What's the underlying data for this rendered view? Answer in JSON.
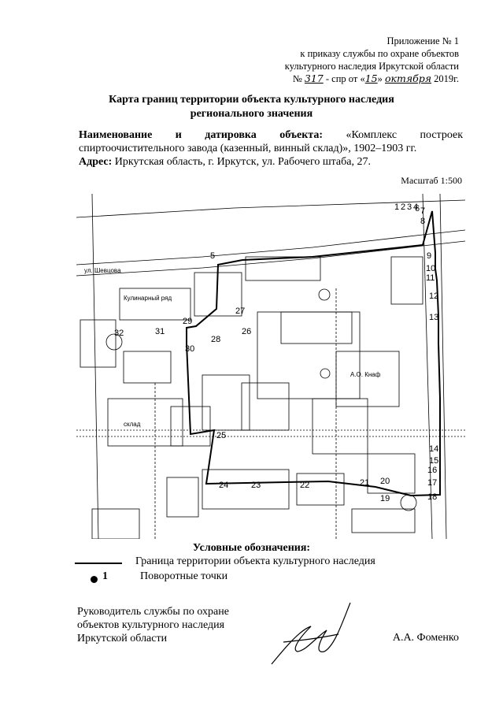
{
  "annex": {
    "line1": "Приложение № 1",
    "line2": "к приказу службы по охране объектов",
    "line3": "культурного наследия Иркутской области",
    "no_prefix": "№",
    "no_value": "317",
    "mid": "- спр от «",
    "day": "15",
    "mid2": "»",
    "month": "октября",
    "year": "2019г."
  },
  "title": {
    "line1": "Карта границ территории объекта культурного наследия",
    "line2": "регионального значения"
  },
  "description": {
    "name_label": "Наименование и датировка объекта:",
    "name_value_1": "«Комплекс построек",
    "name_value_2": "спиртоочистительного завода (казенный, винный склад)», 1902–1903 гг.",
    "address_label": "Адрес:",
    "address_value": "Иркутская область, г. Иркутск, ул. Рабочего штаба, 27."
  },
  "scale": "Масштаб 1:500",
  "map": {
    "points": [
      "1",
      "2",
      "3",
      "4",
      "5",
      "6",
      "7",
      "8",
      "9",
      "10",
      "11",
      "12",
      "13",
      "14",
      "15",
      "16",
      "17",
      "18",
      "19",
      "20",
      "21",
      "22",
      "23",
      "24",
      "25",
      "26",
      "27",
      "28",
      "29",
      "30",
      "31",
      "32"
    ],
    "labels": {
      "street": "ул. Шевцова",
      "shop": "Кулинарный ряд",
      "warehouse": "склад",
      "company": "А.О. Кнаф"
    }
  },
  "legend": {
    "title": "Условные обозначения:",
    "line_text": "Граница территории объекта культурного наследия",
    "dot_number": "1",
    "dot_text": "Поворотные точки"
  },
  "signature_block": {
    "line1": "Руководитель службы по охране",
    "line2": "объектов культурного наследия",
    "line3": "Иркутской области",
    "name": "А.А. Фоменко"
  }
}
